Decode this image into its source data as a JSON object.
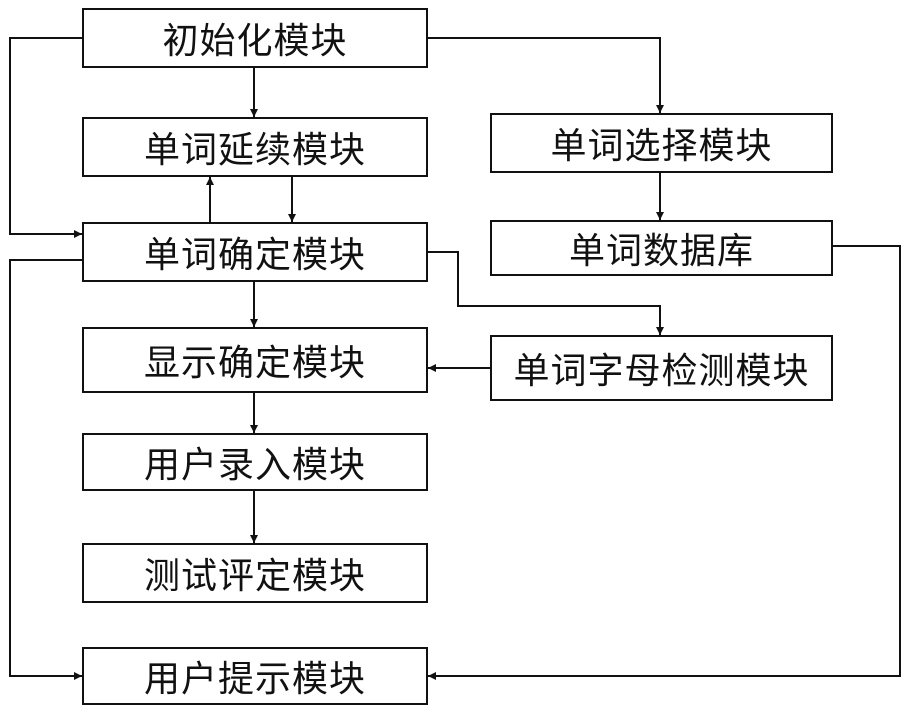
{
  "diagram": {
    "modules": {
      "init": "初始化模块",
      "word_continue": "单词延续模块",
      "word_confirm": "单词确定模块",
      "display_confirm": "显示确定模块",
      "user_input": "用户录入模块",
      "test_evaluate": "测试评定模块",
      "user_hint": "用户提示模块",
      "word_select": "单词选择模块",
      "word_database": "单词数据库",
      "letter_detect": "单词字母检测模块"
    },
    "connections": [
      {
        "from": "init",
        "to": "word_continue"
      },
      {
        "from": "init",
        "to": "word_confirm"
      },
      {
        "from": "init",
        "to": "word_select"
      },
      {
        "from": "word_continue",
        "to": "word_confirm"
      },
      {
        "from": "word_confirm",
        "to": "word_continue"
      },
      {
        "from": "word_confirm",
        "to": "display_confirm"
      },
      {
        "from": "word_confirm",
        "to": "letter_detect"
      },
      {
        "from": "word_confirm",
        "to": "user_hint"
      },
      {
        "from": "word_select",
        "to": "word_database"
      },
      {
        "from": "letter_detect",
        "to": "display_confirm"
      },
      {
        "from": "display_confirm",
        "to": "user_input"
      },
      {
        "from": "user_input",
        "to": "test_evaluate"
      },
      {
        "from": "word_database",
        "to": "user_hint"
      }
    ]
  }
}
